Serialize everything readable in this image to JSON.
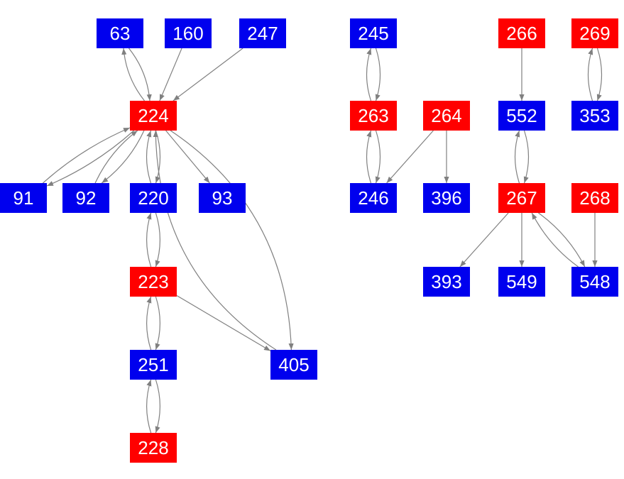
{
  "colors": {
    "red": "#ff0000",
    "blue": "#0000ee",
    "edge": "#808080",
    "label": "#ffffff"
  },
  "nodes": [
    {
      "id": "63",
      "label": "63",
      "color": "blue"
    },
    {
      "id": "160",
      "label": "160",
      "color": "blue"
    },
    {
      "id": "247",
      "label": "247",
      "color": "blue"
    },
    {
      "id": "224",
      "label": "224",
      "color": "red"
    },
    {
      "id": "91",
      "label": "91",
      "color": "blue"
    },
    {
      "id": "92",
      "label": "92",
      "color": "blue"
    },
    {
      "id": "220",
      "label": "220",
      "color": "blue"
    },
    {
      "id": "93",
      "label": "93",
      "color": "blue"
    },
    {
      "id": "223",
      "label": "223",
      "color": "red"
    },
    {
      "id": "251",
      "label": "251",
      "color": "blue"
    },
    {
      "id": "405",
      "label": "405",
      "color": "blue"
    },
    {
      "id": "228",
      "label": "228",
      "color": "red"
    },
    {
      "id": "245",
      "label": "245",
      "color": "blue"
    },
    {
      "id": "263",
      "label": "263",
      "color": "red"
    },
    {
      "id": "264",
      "label": "264",
      "color": "red"
    },
    {
      "id": "246",
      "label": "246",
      "color": "blue"
    },
    {
      "id": "396",
      "label": "396",
      "color": "blue"
    },
    {
      "id": "266",
      "label": "266",
      "color": "red"
    },
    {
      "id": "269",
      "label": "269",
      "color": "red"
    },
    {
      "id": "552",
      "label": "552",
      "color": "blue"
    },
    {
      "id": "353",
      "label": "353",
      "color": "blue"
    },
    {
      "id": "267",
      "label": "267",
      "color": "red"
    },
    {
      "id": "268",
      "label": "268",
      "color": "red"
    },
    {
      "id": "393",
      "label": "393",
      "color": "blue"
    },
    {
      "id": "549",
      "label": "549",
      "color": "blue"
    },
    {
      "id": "548",
      "label": "548",
      "color": "blue"
    }
  ],
  "edges": [
    {
      "from": "63",
      "to": "224"
    },
    {
      "from": "224",
      "to": "63"
    },
    {
      "from": "160",
      "to": "224"
    },
    {
      "from": "247",
      "to": "224"
    },
    {
      "from": "224",
      "to": "91"
    },
    {
      "from": "91",
      "to": "224"
    },
    {
      "from": "224",
      "to": "92"
    },
    {
      "from": "92",
      "to": "224"
    },
    {
      "from": "224",
      "to": "220"
    },
    {
      "from": "220",
      "to": "224"
    },
    {
      "from": "224",
      "to": "93"
    },
    {
      "from": "224",
      "to": "405"
    },
    {
      "from": "405",
      "to": "224"
    },
    {
      "from": "220",
      "to": "223"
    },
    {
      "from": "223",
      "to": "220"
    },
    {
      "from": "223",
      "to": "251"
    },
    {
      "from": "251",
      "to": "223"
    },
    {
      "from": "223",
      "to": "405"
    },
    {
      "from": "251",
      "to": "228"
    },
    {
      "from": "228",
      "to": "251"
    },
    {
      "from": "245",
      "to": "263"
    },
    {
      "from": "263",
      "to": "245"
    },
    {
      "from": "263",
      "to": "246"
    },
    {
      "from": "246",
      "to": "263"
    },
    {
      "from": "264",
      "to": "246"
    },
    {
      "from": "264",
      "to": "396"
    },
    {
      "from": "266",
      "to": "552"
    },
    {
      "from": "269",
      "to": "353"
    },
    {
      "from": "353",
      "to": "269"
    },
    {
      "from": "552",
      "to": "267"
    },
    {
      "from": "267",
      "to": "552"
    },
    {
      "from": "267",
      "to": "393"
    },
    {
      "from": "267",
      "to": "549"
    },
    {
      "from": "267",
      "to": "548"
    },
    {
      "from": "548",
      "to": "267"
    },
    {
      "from": "268",
      "to": "548"
    }
  ]
}
